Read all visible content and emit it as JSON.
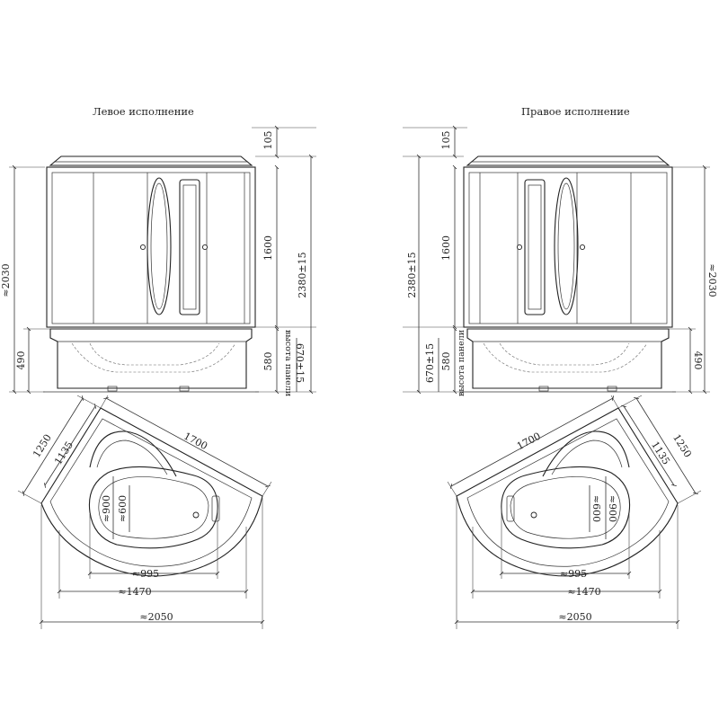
{
  "titles": {
    "left": "Левое исполнение",
    "right": "Правое исполнение"
  },
  "front_view": {
    "top_cap": "105",
    "glass_height": "1600",
    "total_height": "2380±15",
    "overall_height": "≈2030",
    "tub_height": "490",
    "panel_height": "580",
    "panel_label": "высота панели",
    "panel_range": "670±15"
  },
  "plan_view": {
    "side_a": "1250",
    "side_b": "1135",
    "long_side": "1700",
    "bowl_outer": "≈900",
    "bowl_inner": "≈600",
    "bowl_length": "≈995",
    "inner_length": "≈1470",
    "overall_width": "≈2050"
  }
}
